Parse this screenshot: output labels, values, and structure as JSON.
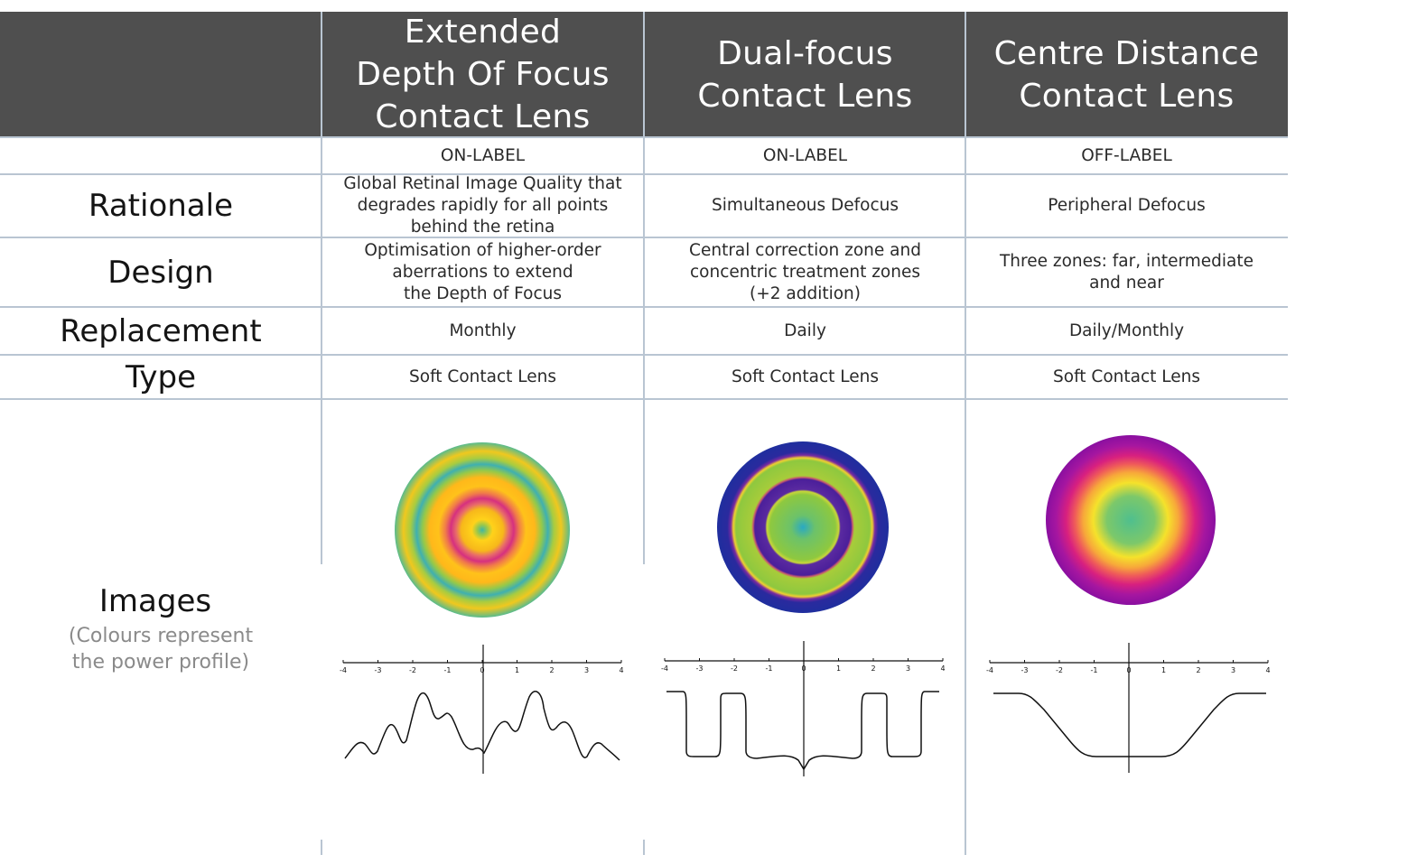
{
  "columns": [
    {
      "title": "Extended\nDepth Of Focus\nContact Lens",
      "label": "ON-LABEL",
      "rationale": "Global Retinal Image Quality that\ndegrades rapidly for all points\nbehind the retina",
      "design": "Optimisation of higher-order\naberrations to extend\nthe Depth of Focus",
      "replacement": "Monthly",
      "type": "Soft Contact Lens"
    },
    {
      "title": "Dual-focus\nContact Lens",
      "label": "ON-LABEL",
      "rationale": "Simultaneous Defocus",
      "design": "Central correction zone and\nconcentric treatment zones\n(+2 addition)",
      "replacement": "Daily",
      "type": "Soft Contact Lens"
    },
    {
      "title": "Centre Distance\nContact Lens",
      "label": "OFF-LABEL",
      "rationale": "Peripheral Defocus",
      "design": "Three zones: far, intermediate\nand near",
      "replacement": "Daily/Monthly",
      "type": "Soft Contact Lens"
    }
  ],
  "rows": {
    "rationale": "Rationale",
    "design": "Design",
    "replacement": "Replacement",
    "type": "Type",
    "images": "Images",
    "images_note": "(Colours represent\nthe power profile)"
  },
  "axis_ticks": [
    "-4",
    "-3",
    "-2",
    "-1",
    "0",
    "1",
    "2",
    "3",
    "4"
  ],
  "lens_map_colors": {
    "edof": [
      "#ffd21a",
      "#f7b81a",
      "#d64a8e",
      "#ffc21a",
      "#94c94a",
      "#3fb6a5"
    ],
    "dual_focus": [
      "#29a9c4",
      "#8ec83f",
      "#4b1f9a",
      "#f0d030",
      "#1f2e9e"
    ],
    "centre_distance": [
      "#4fbf8e",
      "#f5e22b",
      "#f48a3a",
      "#d8207f",
      "#8a0fa0"
    ]
  }
}
